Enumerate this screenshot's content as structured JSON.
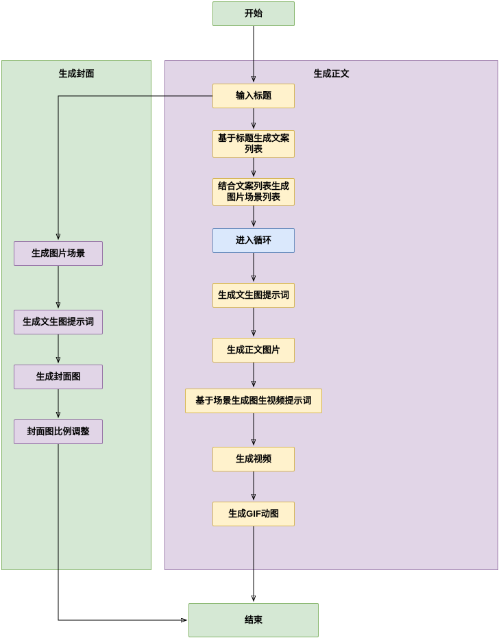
{
  "diagram": {
    "start": {
      "label": "开始"
    },
    "end": {
      "label": "结束"
    },
    "cover_panel": {
      "title": "生成封面",
      "steps": [
        {
          "label": "生成图片场景"
        },
        {
          "label": "生成文生图提示词"
        },
        {
          "label": "生成封面图"
        },
        {
          "label": "封面图比例调整"
        }
      ]
    },
    "body_panel": {
      "title": "生成正文",
      "steps": [
        {
          "label": "输入标题"
        },
        {
          "label": "基于标题生成文案列表"
        },
        {
          "label": "结合文案列表生成图片场景列表"
        },
        {
          "label": "进入循环"
        },
        {
          "label": "生成文生图提示词"
        },
        {
          "label": "生成正文图片"
        },
        {
          "label": "基于场景生成图生视频提示词"
        },
        {
          "label": "生成视频"
        },
        {
          "label": "生成GIF动图"
        }
      ]
    },
    "colors": {
      "green_fill": "#d5e8d4",
      "green_border": "#82b366",
      "purple_fill": "#e1d5e7",
      "purple_border": "#9673a6",
      "yellow_fill": "#fff2cc",
      "yellow_border": "#d6b656",
      "blue_fill": "#dae8fc",
      "blue_border": "#6c8ebf",
      "arrow": "#000000"
    }
  }
}
